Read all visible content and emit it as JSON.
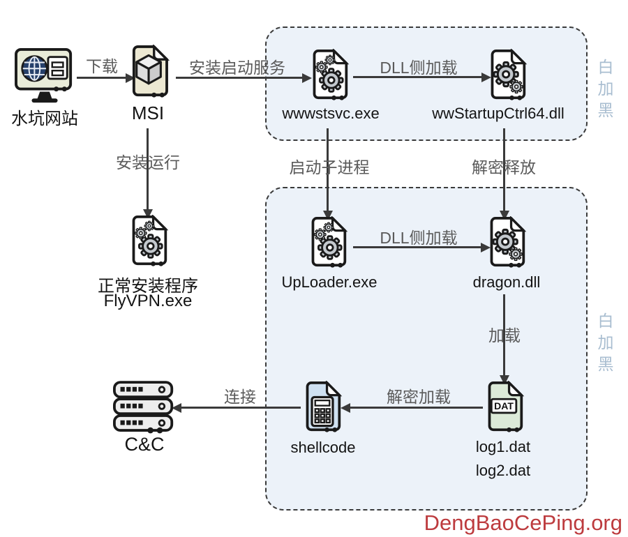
{
  "watermark": "DengBaoCePing.org",
  "side_labels": {
    "top": "白加黑",
    "bottom": "白加黑"
  },
  "nodes": {
    "site": {
      "label": "水坑网站"
    },
    "msi": {
      "label": "MSI"
    },
    "wwwstsvc": {
      "label": "wwwstsvc.exe"
    },
    "startupctrl": {
      "label": "wwStartupCtrl64.dll"
    },
    "flyvpn": {
      "label_line1": "正常安装程序",
      "label_line2": "FlyVPN.exe"
    },
    "uploader": {
      "label": "UpLoader.exe"
    },
    "dragon": {
      "label": "dragon.dll"
    },
    "dat": {
      "badge": "DAT",
      "label_line1": "log1.dat",
      "label_line2": "log2.dat"
    },
    "shellcode": {
      "label": "shellcode"
    },
    "cnc": {
      "label": "C&C"
    }
  },
  "edges": {
    "download": {
      "label": "下载"
    },
    "install_service": {
      "label": "安装启动服务"
    },
    "dll_sideload_top": {
      "label": "DLL侧加载"
    },
    "install_run": {
      "label": "安装运行"
    },
    "start_child": {
      "label": "启动子进程"
    },
    "decrypt_release": {
      "label": "解密释放"
    },
    "dll_sideload_mid": {
      "label": "DLL侧加载"
    },
    "load": {
      "label": "加载"
    },
    "decrypt_load": {
      "label": "解密加载"
    },
    "connect": {
      "label": "连接"
    }
  },
  "colors": {
    "box_fill": "#ecf2f9",
    "box_border": "#3a3a3a",
    "side_label": "#a8bdd0",
    "edge_label": "#5a5a5a",
    "node_label": "#131313",
    "watermark": "#bd3b3e",
    "msi_file_fill": "#ece8d2",
    "monitor_screen_fill": "#e9ecd9",
    "dat_file_fill": "#dcead8",
    "shellcode_file_fill": "#cfe1f1",
    "server_fill": "#ededed"
  }
}
